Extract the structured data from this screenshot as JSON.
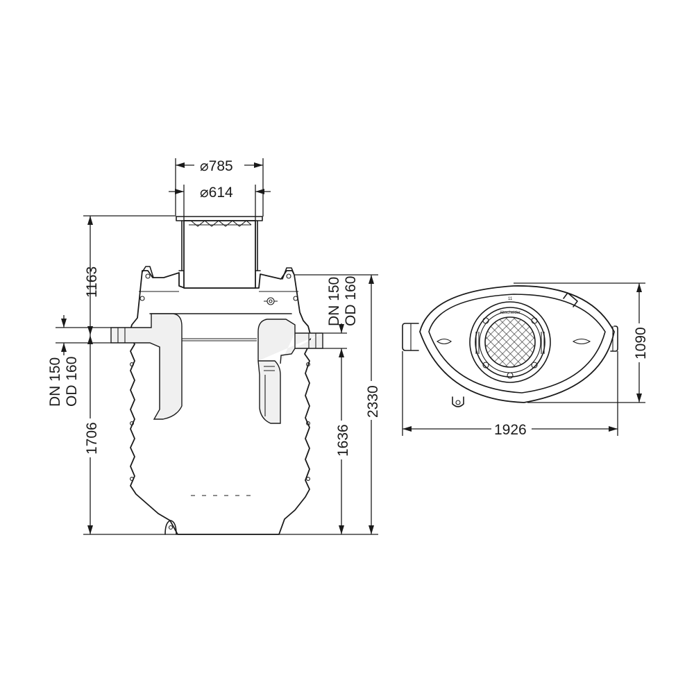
{
  "dimensions": {
    "top_outer_dia": "⌀785",
    "top_inner_dia": "⌀614",
    "height_top_to_inlet": "1163",
    "inlet_dn": "DN 150",
    "inlet_od": "OD 160",
    "outlet_dn": "DN 150",
    "outlet_od": "OD 160",
    "inlet_invert_height": "1706",
    "outlet_invert_height": "1636",
    "total_height": "2330",
    "plan_length": "1926",
    "plan_width": "1090"
  },
  "cover_labels": {
    "number": "11",
    "name": "Abscheider"
  }
}
